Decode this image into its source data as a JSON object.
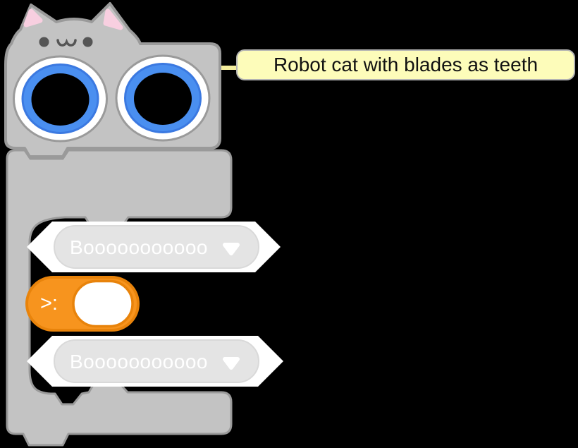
{
  "colors": {
    "bg": "#000000",
    "block-gray": "#c3c3c3",
    "block-gray-stroke": "#9a9a9a",
    "ear-pink": "#f8cfe0",
    "face-dark": "#555555",
    "sensor-blue": "#4a8ff0",
    "sensor-blue-stroke": "#3b79e1",
    "sensor-black": "#000000",
    "hex-white": "#ffffff",
    "oval-gray": "#e4e4e4",
    "oval-gray-stroke": "#d9d9d9",
    "orange": "#f7941e",
    "orange-dark": "#e8830b",
    "tooltip-bg": "#fdfcba",
    "tooltip-border": "#b3b3b3",
    "connector-yellow": "#f4ee9c",
    "label-white": "#ffffff"
  },
  "comment": {
    "text": "Robot cat with blades as teeth"
  },
  "blocks": {
    "boolean_top": {
      "label": "Booooooooooo"
    },
    "operator": {
      "label": ">:"
    },
    "boolean_bottom": {
      "label": "Booooooooooo"
    }
  },
  "icons": {
    "dropdown_top": "triangle-down",
    "dropdown_bottom": "triangle-down"
  }
}
